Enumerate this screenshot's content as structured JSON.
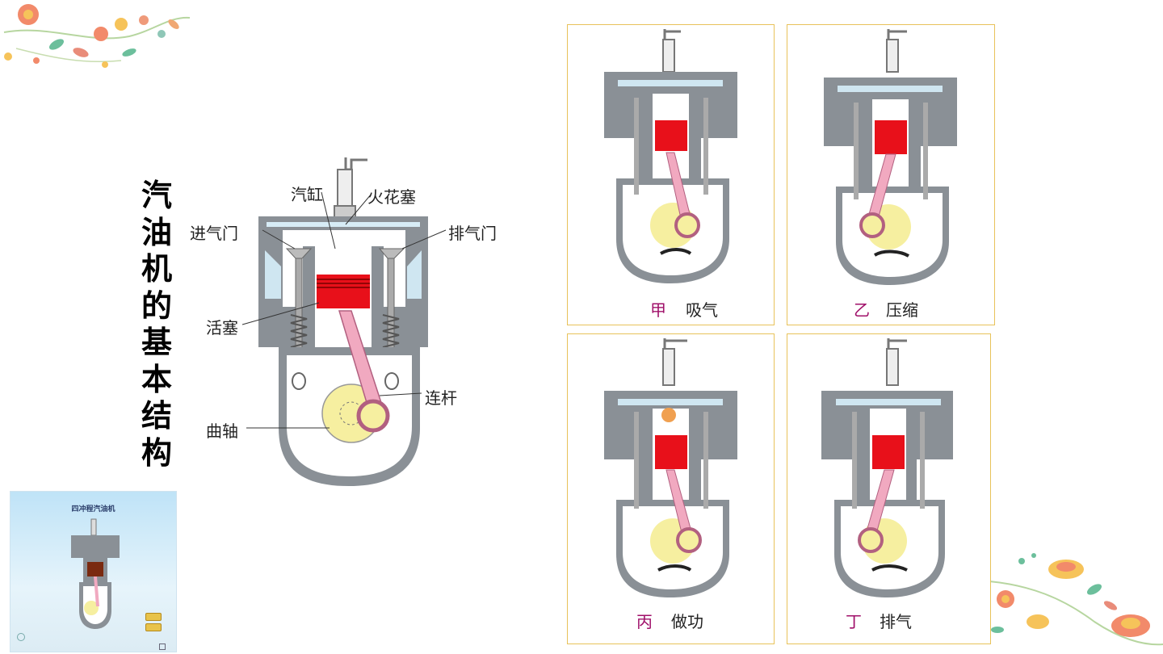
{
  "title": "汽油机的基本结构",
  "main_labels": {
    "cylinder": "汽缸",
    "spark_plug": "火花塞",
    "intake_valve": "进气门",
    "exhaust_valve": "排气门",
    "piston": "活塞",
    "connecting_rod": "连杆",
    "crankshaft": "曲轴"
  },
  "strokes": [
    {
      "letter": "甲",
      "name": "吸气"
    },
    {
      "letter": "乙",
      "name": "压缩"
    },
    {
      "letter": "丙",
      "name": "做功"
    },
    {
      "letter": "丁",
      "name": "排气"
    }
  ],
  "thumbnail": {
    "title": "四冲程汽油机"
  },
  "colors": {
    "panel_border": "#e8c25a",
    "stroke_letter": "#a0106a",
    "piston_red": "#e8101a",
    "engine_gray": "#8a9096",
    "rod_pink": "#f1a9c0",
    "crank_yellow": "#f6efa0"
  }
}
